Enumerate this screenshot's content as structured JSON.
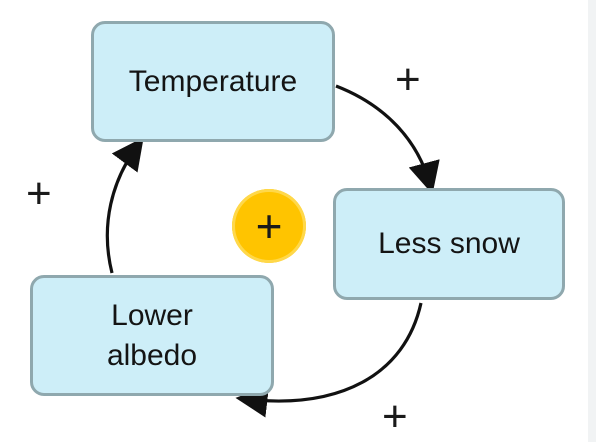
{
  "diagram": {
    "nodes": [
      {
        "id": "temperature",
        "label": "Temperature"
      },
      {
        "id": "less_snow",
        "label": "Less snow"
      },
      {
        "id": "lower_albedo",
        "label": "Lower\nalbedo"
      }
    ],
    "links": [
      {
        "from": "temperature",
        "to": "less_snow",
        "polarity": "+"
      },
      {
        "from": "less_snow",
        "to": "lower_albedo",
        "polarity": "+"
      },
      {
        "from": "lower_albedo",
        "to": "temperature",
        "polarity": "+"
      }
    ],
    "loop_polarity": "+",
    "colors": {
      "node_fill": "#cdeef8",
      "node_border": "#8fa8ae",
      "arrow": "#111111",
      "loop_badge": "#ffc400"
    }
  }
}
